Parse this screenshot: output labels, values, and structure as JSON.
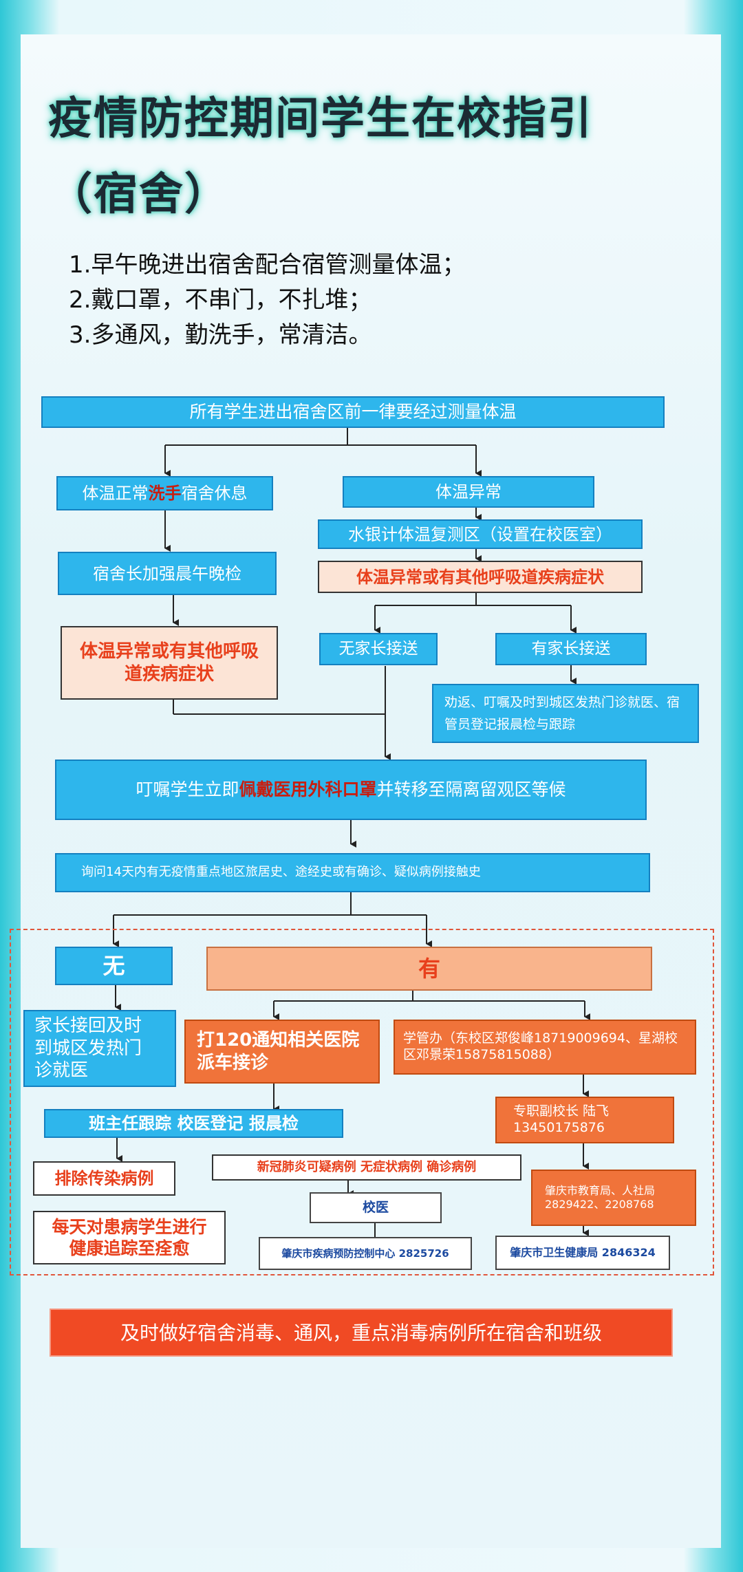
{
  "title": {
    "line1": "疫情防控期间学生在校指引",
    "line2": "（宿舍）"
  },
  "rules": [
    "1.早午晚进出宿舍配合宿管测量体温；",
    "2.戴口罩，不串门，不扎堆；",
    "3.多通风，勤洗手，常清洁。"
  ],
  "flow": {
    "top": "所有学生进出宿舍区前一律要经过测量体温",
    "normal_a": "体温正常",
    "normal_b": "洗手",
    "normal_c": "宿舍休息",
    "abnormal": "体温异常",
    "recheck": "水银计体温复测区（设置在校医室）",
    "abnormal_symptom": "体温异常或有其他呼吸道疾病症状",
    "head_check": "宿舍长加强晨午晚检",
    "symptom_left": "体温异常或有其他呼吸道疾病症状",
    "no_parent": "无家长接送",
    "has_parent": "有家长接送",
    "advise": "劝返、叮嘱及时到城区发热门诊就医、宿管员登记报晨检与跟踪",
    "mask_a": "叮嘱学生立即",
    "mask_b": "佩戴医用外科口罩",
    "mask_c": "并转移至隔离留观区等候",
    "inquiry": "询问14天内有无疫情重点地区旅居史、途经史或有确诊、疑似病例接触史",
    "no": "无",
    "yes": "有",
    "parent_pickup": "家长接回及时到城区发热门诊就医",
    "call120": "打120通知相关医院派车接诊",
    "office": "学管办（东校区郑俊峰18719009694、星湖校区邓景荣15875815088）",
    "teacher": "班主任跟踪 校医登记 报晨检",
    "vice_principal": "专职副校长 陆飞 13450175876",
    "exclude": "排除传染病例",
    "daily": "每天对患病学生进行健康追踪至痊愈",
    "cases": "新冠肺炎可疑病例  无症状病例  确诊病例",
    "bureau_edu": "肇庆市教育局、人社局 2829422、2208768",
    "school_doctor": "校医",
    "cdc": "肇庆市疾病预防控制中心  2825726",
    "health_bureau": "肇庆市卫生健康局 2846324",
    "bottom": "及时做好宿舍消毒、通风，重点消毒病例所在宿舍和班级"
  },
  "colors": {
    "blue": "#2eb6ec",
    "orange": "#f0733a",
    "red": "#ff3a2a",
    "bottom_bar": "#f04a24"
  }
}
